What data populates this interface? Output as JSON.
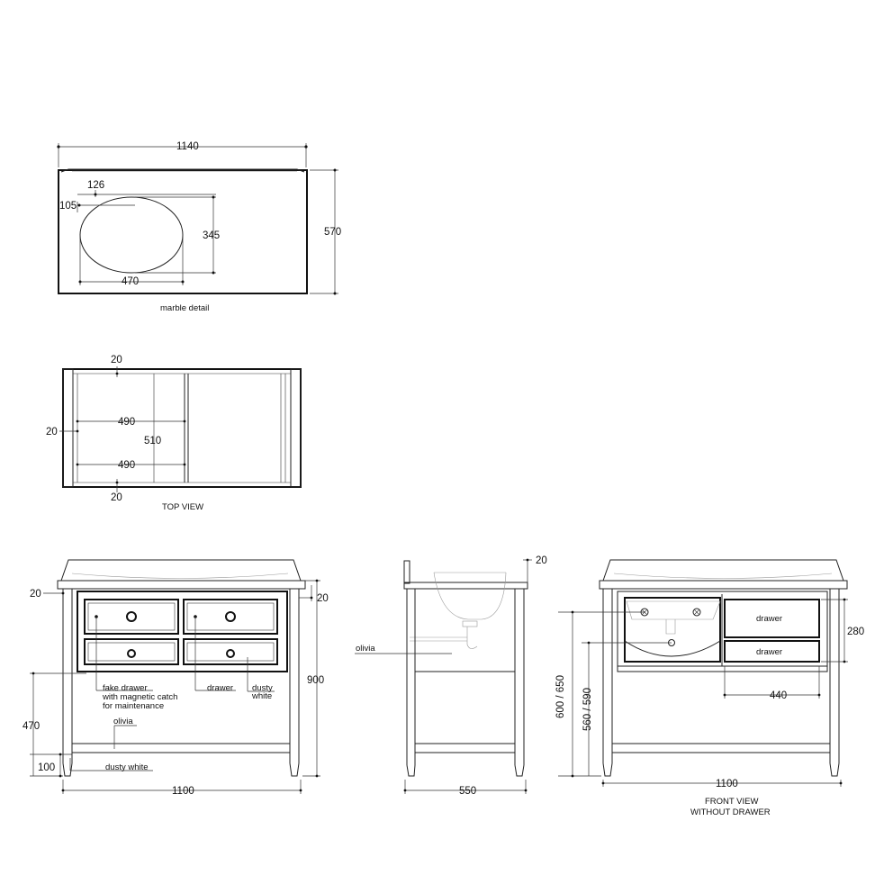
{
  "marble": {
    "width": "1140",
    "basin_offset_x": "126",
    "basin_offset_y": "105",
    "basin_depth": "345",
    "depth": "570",
    "basin_width": "470",
    "caption": "marble detail"
  },
  "top_view": {
    "rail_top": "20",
    "side_rail": "20",
    "inner_width_upper": "490",
    "inner_depth": "510",
    "inner_width_lower": "490",
    "rail_bottom": "20",
    "caption": "TOP VIEW"
  },
  "front_view": {
    "top_thickness_left": "20",
    "top_thickness_right": "20",
    "height": "900",
    "drawer_height": "470",
    "shelf_height": "100",
    "width": "1100",
    "label_fake_drawer": "fake drawer",
    "label_magnetic": "with magnetic catch",
    "label_maintenance": "for maintenance",
    "label_drawer": "drawer",
    "label_dusty_1": "dusty",
    "label_dusty_2": "white",
    "label_olivia": "olivia",
    "label_dusty_white": "dusty white"
  },
  "side_view": {
    "backsplash": "20",
    "label_olivia": "olivia",
    "depth": "550"
  },
  "front_no_drawer": {
    "drawer_top_label": "drawer",
    "drawer_bottom_label": "drawer",
    "drawer_height": "280",
    "drawer_width": "440",
    "height_upper": "600 / 650",
    "height_lower": "560 / 590",
    "width": "1100",
    "caption_line1": "FRONT VIEW",
    "caption_line2": "WITHOUT DRAWER"
  }
}
